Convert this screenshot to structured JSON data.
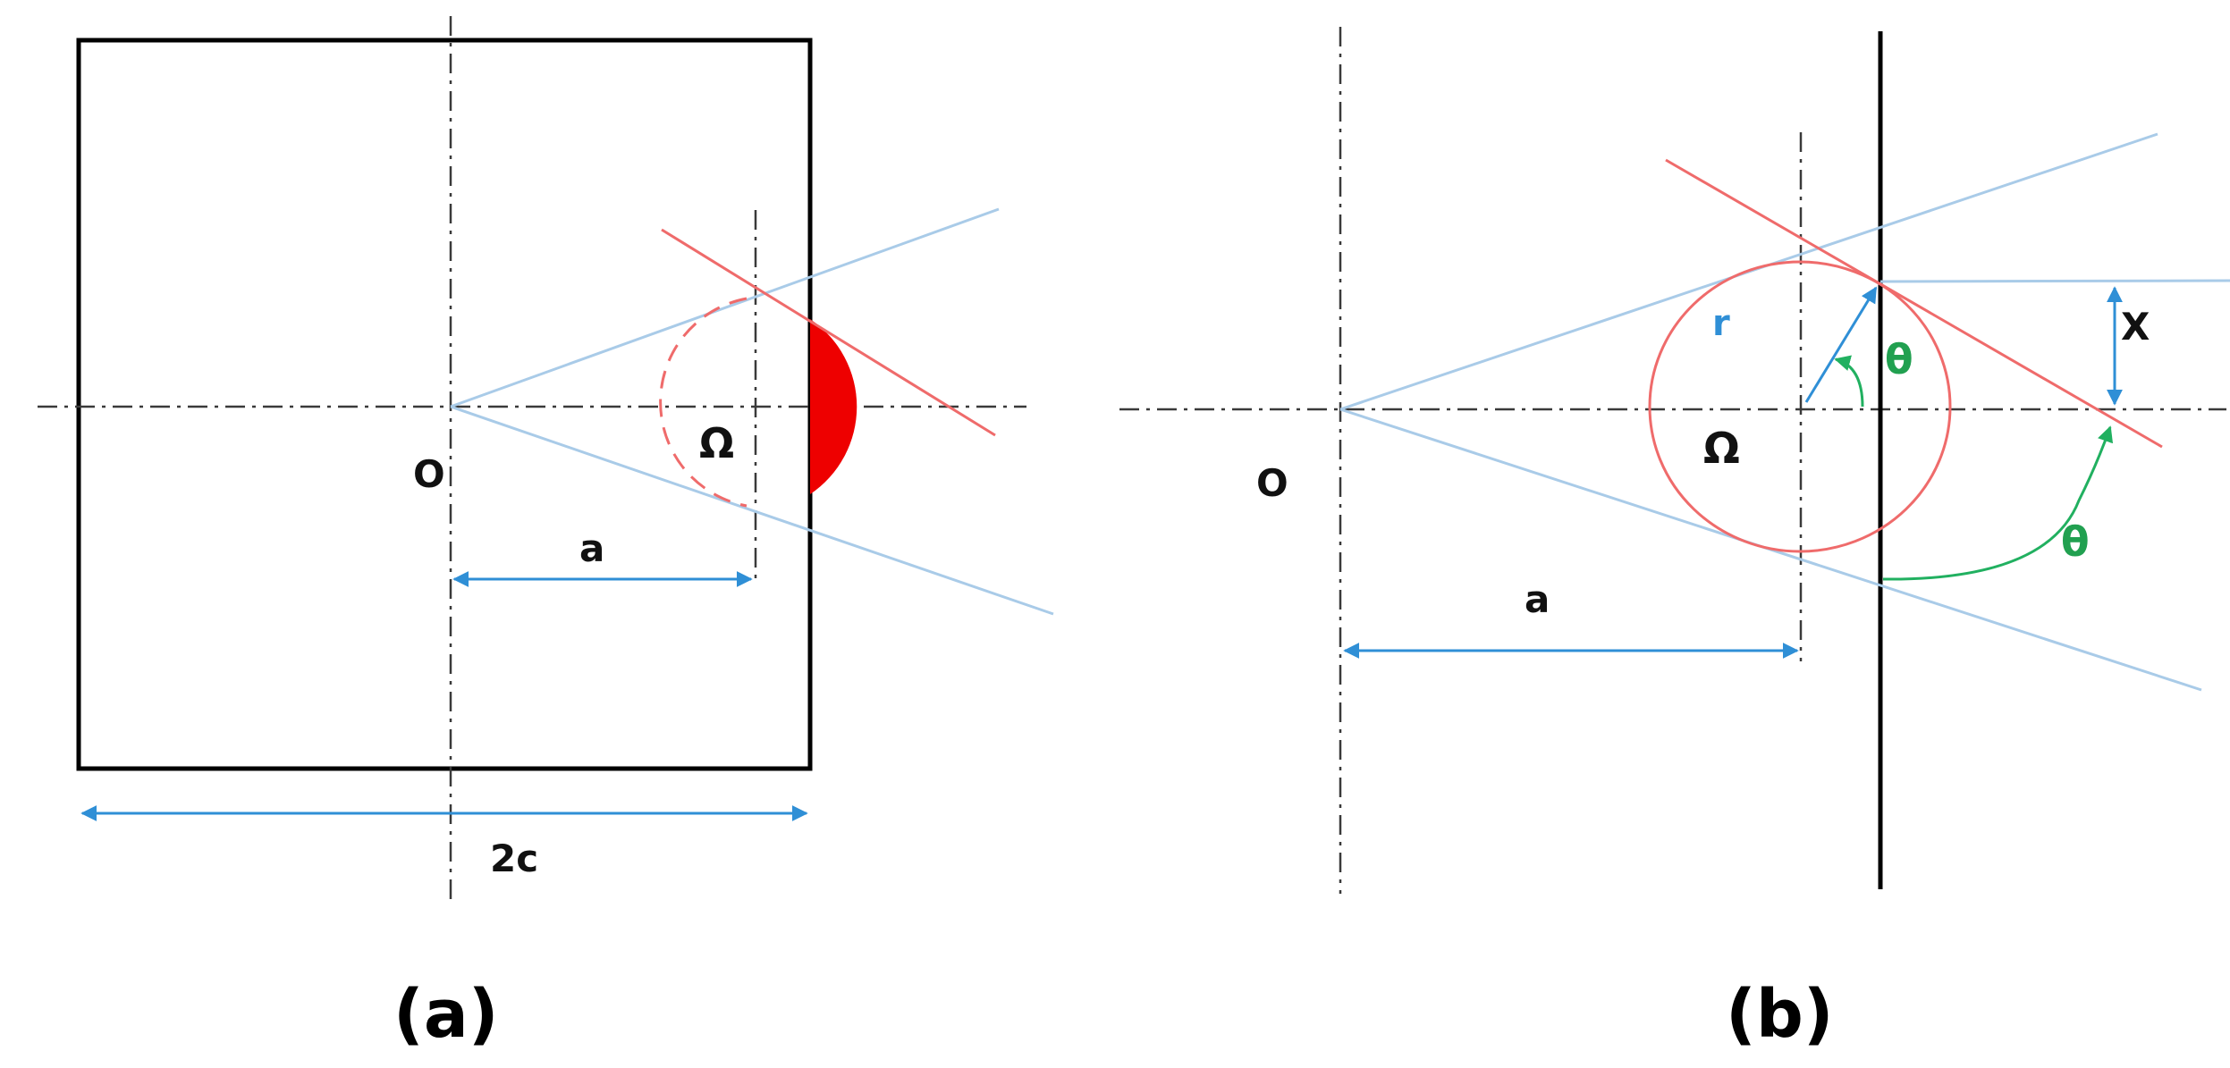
{
  "colors": {
    "frame": "#000000",
    "construction_lines": "#3a3a3a",
    "tangent_lines": "#a9cbe8",
    "dimension_arrows": "#2f8fd6",
    "red_lines": "#ef6b6b",
    "red_fill": "#ee0000",
    "angle_arrows": "#21b060",
    "label_text": "#111111",
    "r_label": "#2f8fd6",
    "theta_label": "#21a050"
  },
  "panel_a": {
    "label": "(a)",
    "origin_label": "O",
    "center_label": "Ω",
    "distance_label": "a",
    "width_label": "2c"
  },
  "panel_b": {
    "label": "(b)",
    "origin_label": "O",
    "center_label": "Ω",
    "distance_label": "a",
    "radius_label": "r",
    "angle_label_inner": "θ",
    "angle_label_outer": "θ",
    "offset_label": "X"
  }
}
